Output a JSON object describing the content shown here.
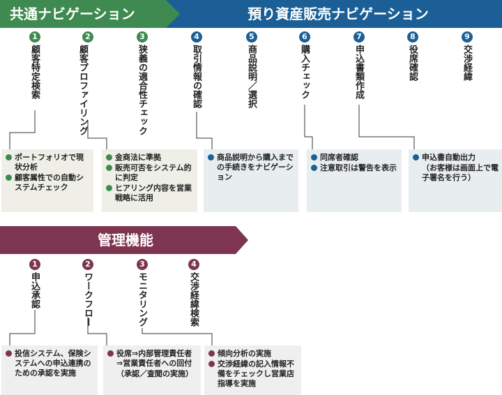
{
  "colors": {
    "green": "#3f8a50",
    "blue": "#1b5f96",
    "maroon": "#7d3550",
    "box_green": "#efefe7",
    "box_blue": "#e8eef0",
    "box_gray": "#efefef",
    "line": "#333333"
  },
  "banners": {
    "common_nav": "共通ナビゲーション",
    "sales_nav": "預り資産販売ナビゲーション",
    "management": "管理機能"
  },
  "nav_steps": [
    {
      "num": "1",
      "label": "顧客特定検索"
    },
    {
      "num": "2",
      "label": "顧客プロファイリング"
    },
    {
      "num": "3",
      "label": "狭義の適合性チェック"
    },
    {
      "num": "4",
      "label": "取引情報の確認"
    },
    {
      "num": "5",
      "label": "商品説明／選択"
    },
    {
      "num": "6",
      "label": "購入チェック"
    },
    {
      "num": "7",
      "label": "申込書類作成"
    },
    {
      "num": "8",
      "label": "役席確認"
    },
    {
      "num": "9",
      "label": "交渉経緯"
    }
  ],
  "nav_boxes": [
    {
      "items": [
        "ポートフォリオで現状分析",
        "顧客属性での自動システムチェック"
      ]
    },
    {
      "items": [
        "金商法に準拠",
        "販売可否をシステム的に判定",
        "ヒアリング内容を営業戦略に活用"
      ]
    },
    {
      "items": [
        "商品説明から購入までの手続きをナビゲーション"
      ]
    },
    {
      "items": [
        "同席者確認",
        "注意取引は警告を表示"
      ]
    },
    {
      "items": [
        "申込書自動出力"
      ],
      "note": "（お客様は画面上で電子署名を行う）"
    }
  ],
  "mgmt_steps": [
    {
      "num": "1",
      "label": "申込承認"
    },
    {
      "num": "2",
      "label": "ワークフロー"
    },
    {
      "num": "3",
      "label": "モニタリング"
    },
    {
      "num": "4",
      "label": "交渉経緯検索"
    }
  ],
  "mgmt_boxes": [
    {
      "items": [
        "投信システム、保険システムへの申込連携のための承認を実施"
      ]
    },
    {
      "items": [
        "役席⇒内部管理責任者⇒営業責任者への回付"
      ],
      "note": "（承認／査閲の実施）"
    },
    {
      "items": [
        "傾向分析の実施",
        "交渉経緯の記入情報不備をチェックし営業店指導を実施"
      ]
    }
  ]
}
